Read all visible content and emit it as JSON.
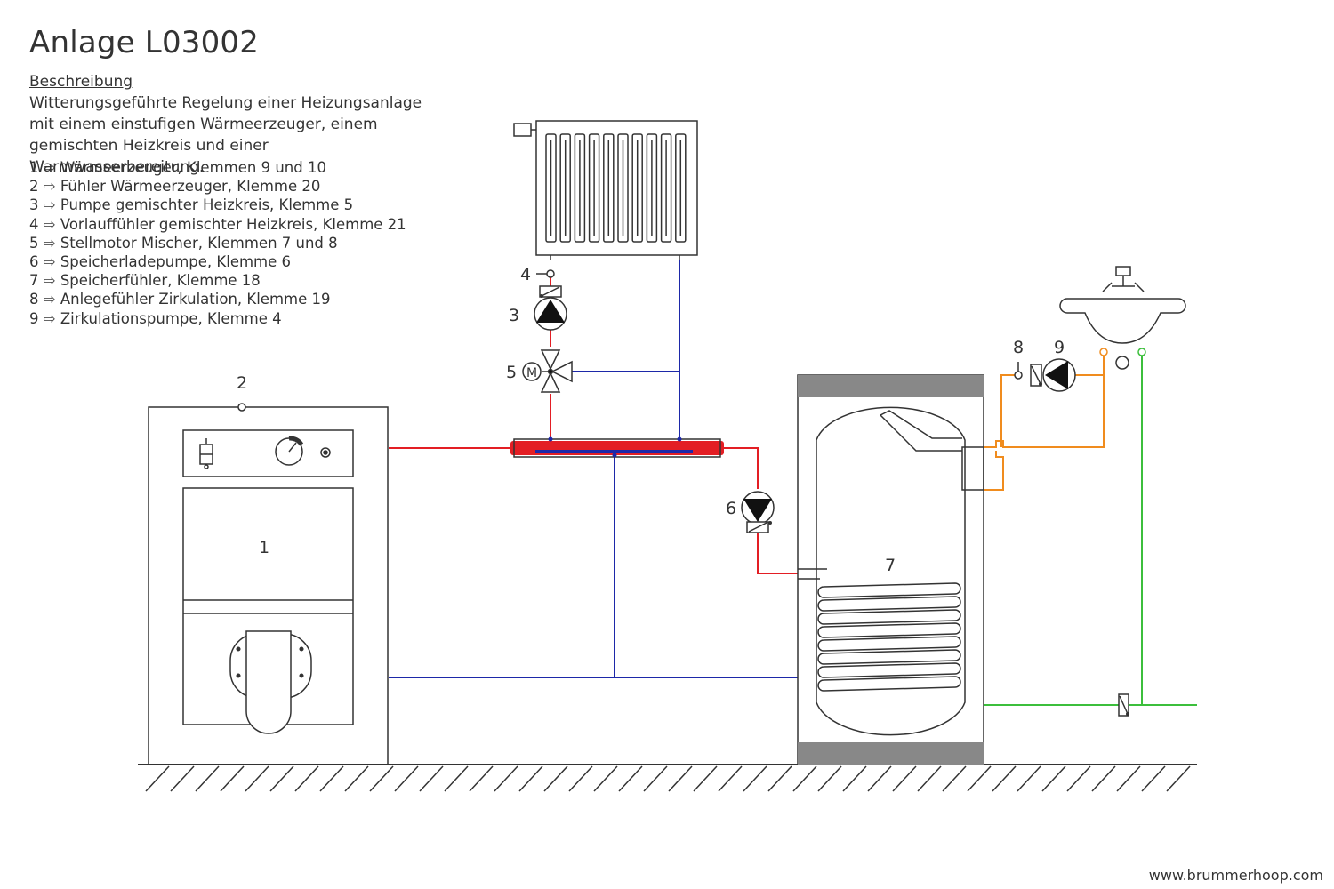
{
  "title": "Anlage L03002",
  "description": {
    "heading": "Beschreibung",
    "text": "Witterungsgeführte Regelung einer Heizungsanlage mit einem einstufigen Wärmeerzeuger, einem gemischten Heizkreis und einer Warmwasserbereitung."
  },
  "legend": [
    {
      "number": "1",
      "arrow": "⇨",
      "text": "Wärmeerzeuger, Klemmen 9 und 10"
    },
    {
      "number": "2",
      "arrow": "⇨",
      "text": "Fühler Wärmeerzeuger, Klemme 20"
    },
    {
      "number": "3",
      "arrow": "⇨",
      "text": "Pumpe gemischter Heizkreis, Klemme 5"
    },
    {
      "number": "4",
      "arrow": "⇨",
      "text": "Vorlauffühler gemischter Heizkreis, Klemme 21"
    },
    {
      "number": "5",
      "arrow": "⇨",
      "text": "Stellmotor Mischer, Klemmen 7 und 8"
    },
    {
      "number": "6",
      "arrow": "⇨",
      "text": "Speicherladepumpe, Klemme 6"
    },
    {
      "number": "7",
      "arrow": "⇨",
      "text": "Speicherfühler, Klemme 18"
    },
    {
      "number": "8",
      "arrow": "⇨",
      "text": "Anlegefühler Zirkulation, Klemme 19"
    },
    {
      "number": "9",
      "arrow": "⇨",
      "text": "Zirkulationspumpe, Klemme 4"
    }
  ],
  "diagram_labels": {
    "boiler": "1",
    "boiler_sensor": "2",
    "heating_pump": "3",
    "flow_sensor": "4",
    "mixer_motor": "5",
    "mixer_motor_symbol": "M",
    "storage_pump": "6",
    "storage_sensor": "7",
    "circulation_sensor": "8",
    "circulation_pump": "9"
  },
  "colors": {
    "supply": "#e31e24",
    "return": "#1d28a8",
    "hot_water": "#f08c1e",
    "cold_water": "#3cbf3c",
    "outline": "#333333",
    "tank_cap": "#888888"
  },
  "footer": {
    "url": "www.brummerhoop.com"
  }
}
